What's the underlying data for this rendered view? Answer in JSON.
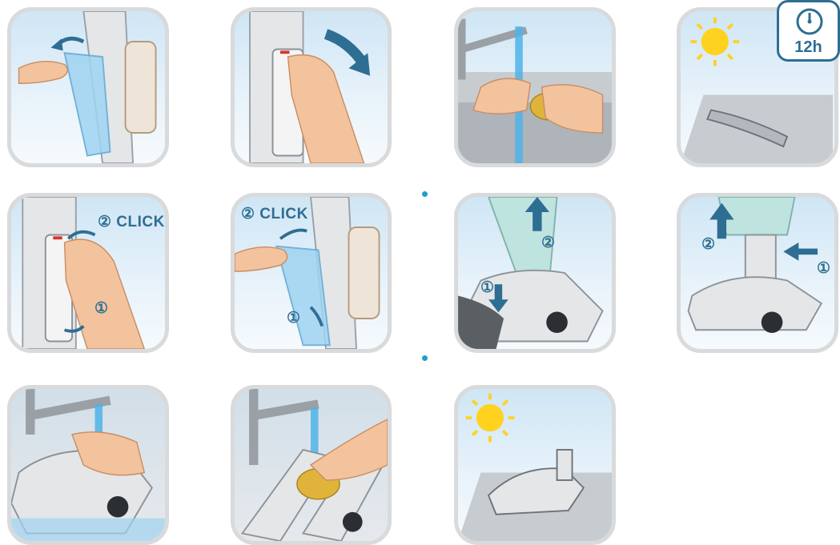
{
  "steps": [
    {
      "id": "remove-water-tank"
    },
    {
      "id": "remove-cartridge"
    },
    {
      "id": "rinse-filter"
    },
    {
      "id": "dry-filter"
    },
    {
      "id": "reinsert-cartridge",
      "click_label": "② CLICK",
      "step_marker": "①"
    },
    {
      "id": "reinsert-water-tank",
      "click_label": "② CLICK",
      "step_marker": "①"
    },
    {
      "id": "detach-nozzle",
      "marker_1": "①",
      "marker_2": "②"
    },
    {
      "id": "lift-nozzle",
      "marker_1": "①",
      "marker_2": "②"
    },
    {
      "id": "rinse-nozzle"
    },
    {
      "id": "clean-rollers-sponge"
    },
    {
      "id": "dry-nozzle"
    }
  ],
  "timer_badge": {
    "label": "12h",
    "icon": "clock-icon"
  },
  "colors": {
    "accent": "#2f6e93",
    "panel_border": "#d9dadb",
    "water": "#4fb3e8",
    "skin": "#f2c39d",
    "sun": "#ffd21f"
  }
}
